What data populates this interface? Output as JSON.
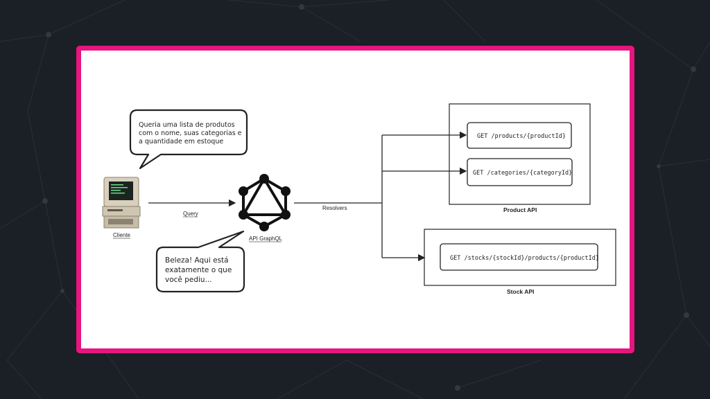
{
  "slide": {
    "border_color": "#e6157f",
    "background_color": "#1b1f26"
  },
  "diagram": {
    "client_bubble": {
      "lines": [
        "Queria uma lista de produtos",
        "com o nome, suas categorias e",
        "a quantidade em estoque"
      ]
    },
    "response_bubble": {
      "lines": [
        "Beleza! Aqui está",
        "exatamente o que",
        "você pediu..."
      ]
    },
    "client_label": "Cliente",
    "query_label": "Query",
    "graphql_label": "API GraphQL",
    "resolvers_label": "Resolvers",
    "product_api": {
      "title": "Product API",
      "endpoints": [
        "GET /products/{productId}",
        "GET /categories/{categoryId}"
      ]
    },
    "stock_api": {
      "title": "Stock API",
      "endpoints": [
        "GET /stocks/{stockId}/products/{productId}"
      ]
    },
    "icons": [
      "computer-icon",
      "graphql-logo-icon"
    ]
  }
}
